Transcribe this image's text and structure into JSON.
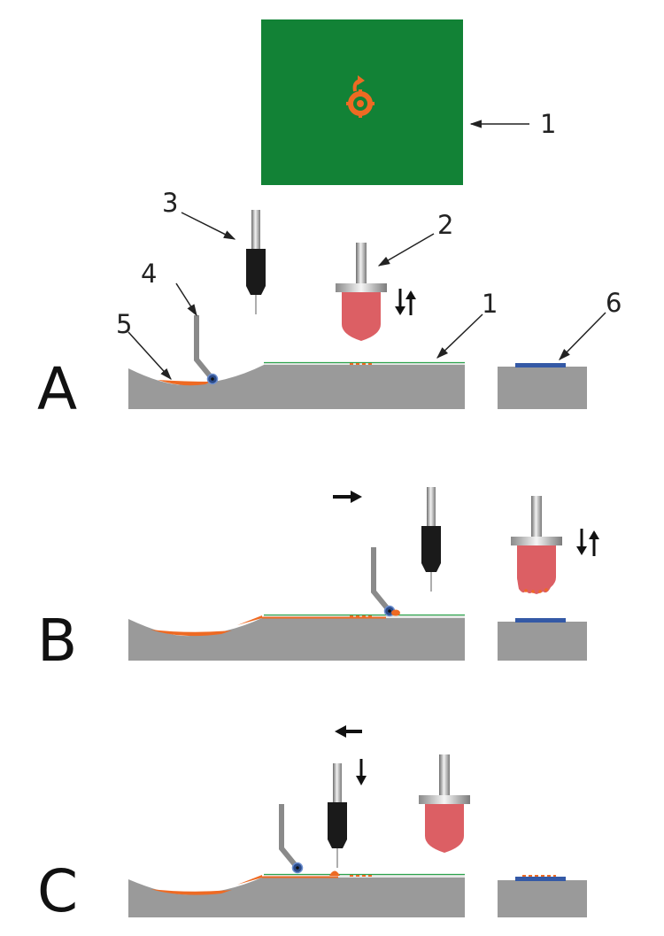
{
  "callouts": {
    "n1_top": "1",
    "n1_a": "1",
    "n2": "2",
    "n3": "3",
    "n4": "4",
    "n5": "5",
    "n6": "6"
  },
  "stages": {
    "a": "A",
    "b": "B",
    "c": "C"
  },
  "colors": {
    "board_green": "#128236",
    "logo_orange": "#ee6a23",
    "base_gray": "#9a9a9a",
    "nozzle_red": "#dc5f64",
    "blade_gray": "#8a8a8a",
    "plate_blue": "#3459a6",
    "paste_orange": "#ee6a23",
    "trace_green": "#2ca24c"
  },
  "icons": {
    "logo": "openhardware-gear-arrow-icon",
    "arrow_right": "arrow-right-icon",
    "arrow_left": "arrow-left-icon",
    "arrow_down": "arrow-down-icon",
    "up_down": "up-down-arrows-icon"
  }
}
